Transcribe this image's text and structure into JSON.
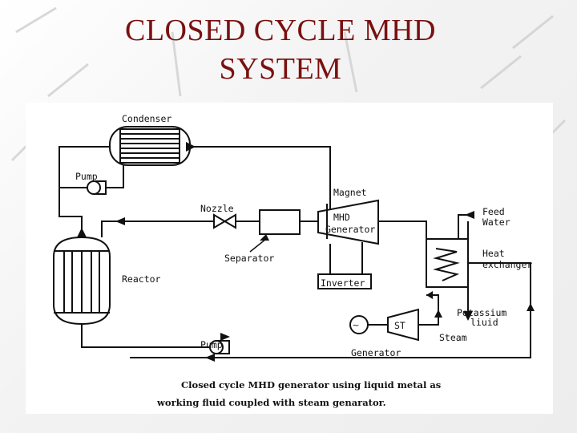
{
  "slide": {
    "title_line1": "CLOSED  CYCLE  MHD",
    "title_line2": "SYSTEM"
  },
  "diagram": {
    "labels": {
      "condenser": "Condenser",
      "pump_top": "Pump",
      "nozzle": "Nozzle",
      "magnet": "Magnet",
      "mhd_generator_1": "MHD",
      "mhd_generator_2": "Generator",
      "feed_water_1": "Feed",
      "feed_water_2": "Water",
      "heat_exchanger_1": "Heat",
      "heat_exchanger_2": "exchanger",
      "separator": "Separator",
      "reactor": "Reactor",
      "inverter": "Inverter",
      "potassium_liquid_1": "Potassium",
      "potassium_liquid_2": "liuid",
      "steam_turbine": "ST",
      "steam": "Steam",
      "generator": "Generator",
      "pump_bottom": "Pump"
    },
    "caption_line1": "Closed cycle MHD generator using liquid metal as",
    "caption_line2": "working fluid coupled with steam genarator."
  },
  "colors": {
    "title": "#7a1010",
    "line": "#111111"
  }
}
